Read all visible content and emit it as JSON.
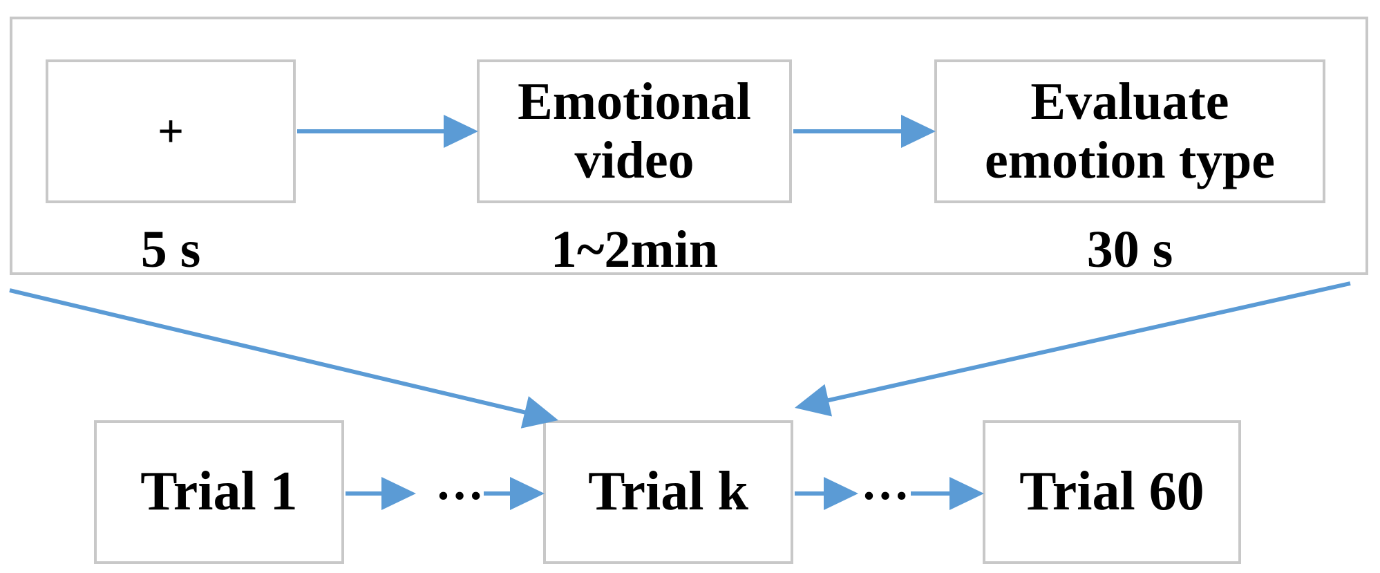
{
  "colors": {
    "arrow": "#5b9bd5",
    "box_border": "#c8c8c8",
    "text": "#000000"
  },
  "trial_sequence": {
    "steps": [
      {
        "label": "+",
        "duration": "5 s"
      },
      {
        "label": "Emotional\nvideo",
        "duration": "1~2min"
      },
      {
        "label": "Evaluate\nemotion type",
        "duration": "30 s"
      }
    ]
  },
  "experiment": {
    "trials": [
      {
        "label": "Trial 1"
      },
      {
        "label": "Trial k"
      },
      {
        "label": "Trial 60"
      }
    ],
    "ellipsis": "…"
  }
}
